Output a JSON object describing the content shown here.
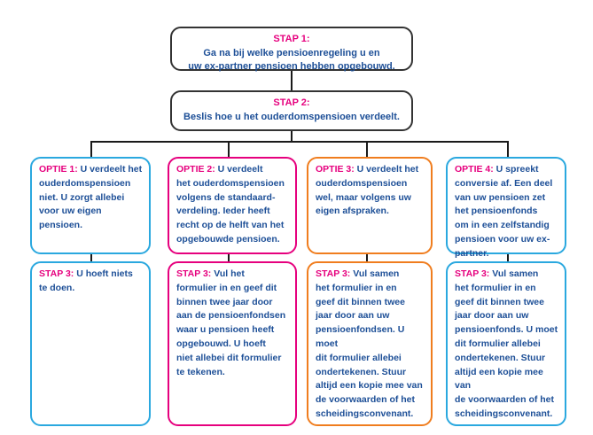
{
  "stap1": {
    "heading": "STAP 1:",
    "lines": [
      "Ga na bij welke pensioenregeling u en",
      "uw ex-partner pensioen hebben opgebouwd."
    ]
  },
  "stap2": {
    "heading": "STAP 2:",
    "lines": [
      "Beslis hoe u het ouderdomspensioen verdeelt."
    ]
  },
  "columns": [
    {
      "accent": "#2aa8df",
      "option": {
        "lead": "OPTIE 1:",
        "lines": [
          " U verdeelt het",
          "ouderdomspensioen",
          "niet. U zorgt allebei",
          "voor uw eigen",
          "pensioen."
        ]
      },
      "step": {
        "lead": "STAP 3:",
        "lines": [
          " U hoeft niets",
          "te doen."
        ]
      }
    },
    {
      "accent": "#e6007e",
      "option": {
        "lead": "OPTIE 2:",
        "lines": [
          " U verdeelt",
          "het ouderdomspensioen",
          "volgens de standaard-",
          "verdeling. Ieder heeft",
          "recht op de helft van het",
          "opgebouwde pensioen."
        ]
      },
      "step": {
        "lead": "STAP 3:",
        "lines": [
          " Vul het",
          "formulier in en geef dit",
          "binnen twee jaar door",
          "aan de pensioenfondsen",
          "waar u pensioen heeft",
          "opgebouwd. U hoeft",
          "niet allebei dit formulier",
          "te tekenen."
        ]
      }
    },
    {
      "accent": "#f07d1e",
      "option": {
        "lead": "OPTIE 3:",
        "lines": [
          " U verdeelt het",
          "ouderdomspensioen",
          "wel, maar volgens uw",
          "eigen afspraken."
        ]
      },
      "step": {
        "lead": "STAP 3:",
        "lines": [
          " Vul samen",
          "het formulier in en",
          "geef dit binnen twee",
          "jaar door aan uw",
          "pensioenfondsen. U moet",
          "dit formulier allebei",
          "ondertekenen. Stuur",
          "altijd een kopie mee van",
          "de voorwaarden of het",
          "scheidingsconvenant."
        ]
      }
    },
    {
      "accent": "#2aa8df",
      "option": {
        "lead": "OPTIE 4:",
        "lines": [
          " U spreekt",
          "conversie af. Een deel",
          "van uw pensioen zet",
          "het pensioenfonds",
          "om in een zelfstandig",
          "pensioen voor uw ex-",
          "partner."
        ]
      },
      "step": {
        "lead": "STAP 3:",
        "lines": [
          " Vul samen",
          "het formulier in en",
          "geef dit binnen twee",
          "jaar door aan uw",
          "pensioenfonds. U moet",
          "dit formulier allebei",
          "ondertekenen. Stuur",
          "altijd een kopie mee van",
          "de voorwaarden of het",
          "scheidingsconvenant."
        ]
      }
    }
  ]
}
